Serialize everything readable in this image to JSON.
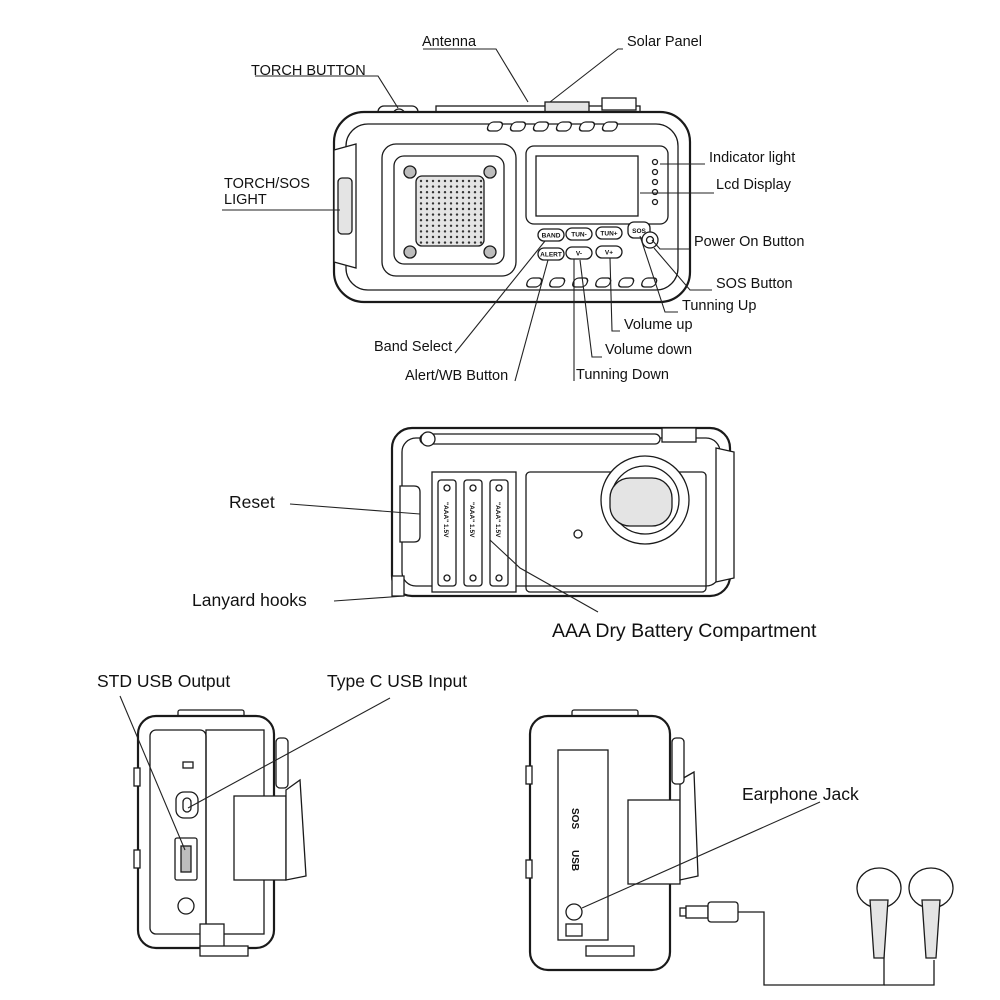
{
  "front_view": {
    "labels": {
      "antenna": "Antenna",
      "solar_panel": "Solar Panel",
      "torch_button": "TORCH BUTTON",
      "torch_sos_light_1": "TORCH/SOS",
      "torch_sos_light_2": "LIGHT",
      "indicator_light": "Indicator light",
      "lcd_display": "Lcd Display",
      "power_on_button": "Power On Button",
      "sos_button": "SOS Button",
      "tunning_up": "Tunning Up",
      "volume_up": "Volume up",
      "volume_down": "Volume down",
      "tunning_down": "Tunning Down",
      "band_select": "Band Select",
      "alert_wb_button": "Alert/WB Button"
    },
    "buttons": {
      "band": "BAND",
      "alert": "ALERT",
      "tun_down": "TUN-",
      "tun_up": "TUN+",
      "vol_down": "V-",
      "vol_up": "V+",
      "sos": "SOS"
    }
  },
  "back_view": {
    "labels": {
      "reset": "Reset",
      "lanyard_hooks": "Lanyard hooks",
      "battery_compartment": "AAA Dry Battery Compartment"
    },
    "battery_marking": "\"AAA\" 1.5V"
  },
  "side_views": {
    "labels": {
      "std_usb_output": "STD USB Output",
      "type_c_usb_input": "Type C  USB Input",
      "earphone_jack": "Earphone Jack"
    }
  }
}
